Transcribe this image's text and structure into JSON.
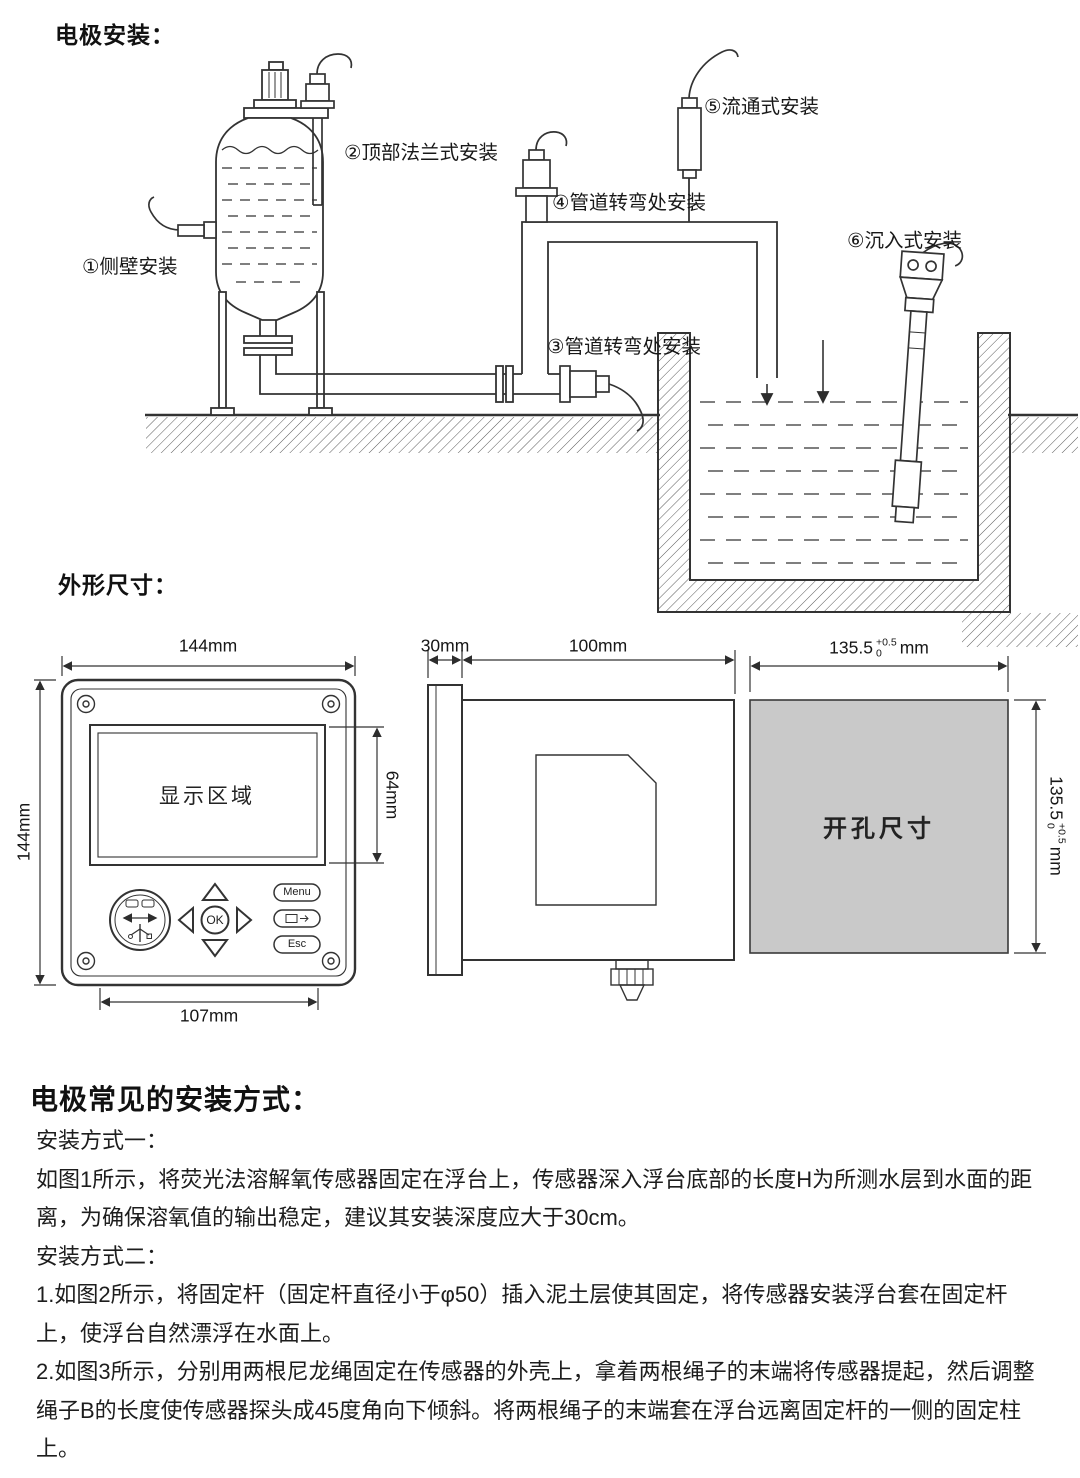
{
  "install": {
    "title": "电极安装：",
    "labels": [
      "①侧壁安装",
      "②顶部法兰式安装",
      "③管道转弯处安装",
      "④管道转弯处安装",
      "⑤流通式安装",
      "⑥沉入式安装"
    ]
  },
  "dimensions": {
    "title": "外形尺寸：",
    "front": {
      "width": "144mm",
      "height": "144mm",
      "display_label": "显示区域",
      "display_height": "64mm",
      "keypad_width": "107mm",
      "menu_button": "Menu",
      "ok_button": "OK",
      "esc_button": "Esc"
    },
    "side": {
      "flange_depth": "30mm",
      "body_depth": "100mm"
    },
    "cutout": {
      "label": "开孔尺寸",
      "value": "135.5",
      "tolerance_plus": "+0.5",
      "tolerance_minus": "0",
      "unit": "mm"
    }
  },
  "methods": {
    "title": "电极常见的安装方式：",
    "paragraphs": [
      "安装方式一：",
      "如图1所示，将荧光法溶解氧传感器固定在浮台上，传感器深入浮台底部的长度H为所测水层到水面的距离，为确保溶氧值的输出稳定，建议其安装深度应大于30cm。",
      "安装方式二：",
      "1.如图2所示，将固定杆（固定杆直径小于φ50）插入泥土层使其固定，将传感器安装浮台套在固定杆上，使浮台自然漂浮在水面上。",
      "2.如图3所示，分别用两根尼龙绳固定在传感器的外壳上，拿着两根绳子的末端将传感器提起，然后调整绳子B的长度使传感器探头成45度角向下倾斜。将两根绳子的末端套在浮台远离固定杆的一侧的固定柱上。"
    ]
  }
}
